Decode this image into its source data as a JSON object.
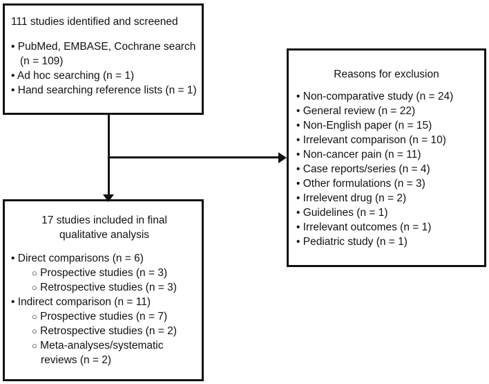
{
  "diagram": {
    "type": "study-selection-flowchart",
    "boxes": {
      "screened": {
        "title": "111 studies identified and screened",
        "items": [
          "PubMed, EMBASE, Cochrane search (n = 109)",
          "Ad hoc searching (n = 1)",
          "Hand searching reference lists (n = 1)"
        ]
      },
      "exclusion": {
        "title": "Reasons for exclusion",
        "items": [
          "Non-comparative study (n = 24)",
          "General review (n = 22)",
          "Non-English paper (n = 15)",
          "Irrelevant comparison (n = 10)",
          "Non-cancer pain (n = 11)",
          "Case reports/series (n = 4)",
          "Other formulations (n = 3)",
          "Irrelevent drug (n = 2)",
          "Guidelines (n = 1)",
          "Irrelevant outcomes (n = 1)",
          "Pediatric study (n = 1)"
        ]
      },
      "included": {
        "title": "17 studies included in final qualitative analysis",
        "items": [
          {
            "label": "Direct comparisons (n = 6)",
            "children": [
              "Prospective studies (n = 3)",
              "Retrospective studies (n = 3)"
            ]
          },
          {
            "label": "Indirect comparison (n = 11)",
            "children": [
              "Prospective studies (n = 7)",
              "Retrospective studies (n = 2)",
              "Meta-analyses/systematic reviews (n = 2)"
            ]
          }
        ]
      }
    },
    "markers": {
      "bullet": "•",
      "circle": "○"
    },
    "colors": {
      "line": "#111111",
      "background": "#ffffff",
      "text": "#111111"
    }
  }
}
